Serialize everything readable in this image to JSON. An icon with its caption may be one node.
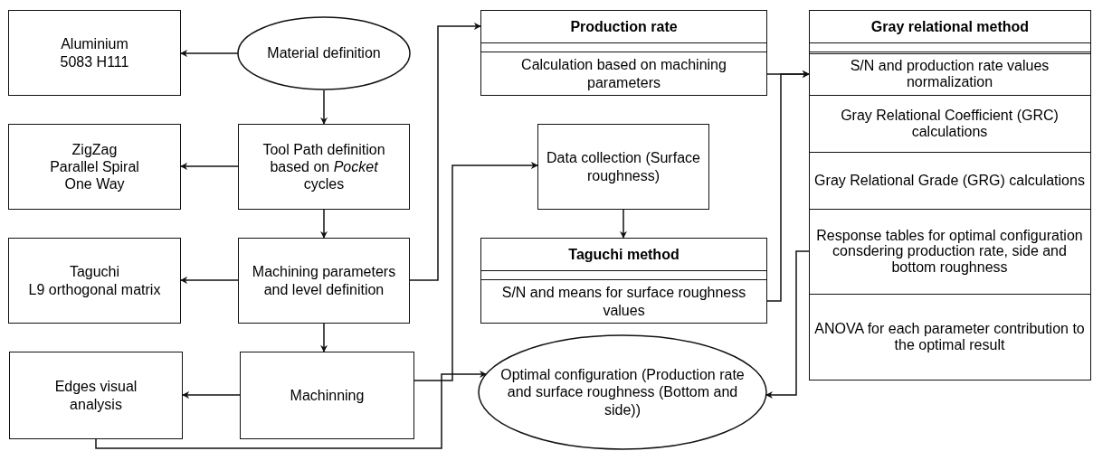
{
  "diagram": {
    "nodes": [
      {
        "text": [
          "Aluminium 5083 H111"
        ]
      },
      {
        "text": [
          "Material definition"
        ]
      },
      {
        "text": [
          "ZigZag",
          "Parallel Spiral",
          "One Way"
        ]
      },
      {
        "text": [
          "Tool Path definition based on *Pocket* cycles"
        ]
      },
      {
        "text": [
          "Taguchi",
          "L9 orthogonal matrix"
        ]
      },
      {
        "text": [
          "Machining parameters and level definition"
        ]
      },
      {
        "text": [
          "Edges visual analysis"
        ]
      },
      {
        "text": [
          "Machinning"
        ]
      },
      {
        "text": [
          "Production rate",
          "Calculation based on machining parameters"
        ]
      },
      {
        "text": [
          "Data collection (Surface roughness)"
        ]
      },
      {
        "text": [
          "Taguchi method",
          "S/N and means for surface roughness values"
        ]
      },
      {
        "text": [
          "Optimal configuration (Production rate and surface roughness (Bottom and side))"
        ]
      },
      {
        "text": [
          "Gray relational method"
        ]
      },
      {
        "text": [
          "S/N and production rate values normalization"
        ],
        "in": 12
      },
      {
        "text": [
          "Gray Relational Coefficient (GRC) calculations"
        ],
        "in": 12
      },
      {
        "text": [
          "Gray Relational Grade (GRG) calculations"
        ],
        "in": 12
      },
      {
        "text": [
          "Response tables for optimal configuration consdering production rate, side and bottom roughness"
        ],
        "in": 12
      },
      {
        "text": [
          "ANOVA for each parameter contribution to the optimal result"
        ],
        "in": 12
      }
    ],
    "edges": [
      {
        "from": 1,
        "to": 0,
        "arrow": "to"
      },
      {
        "from": 1,
        "to": 3,
        "arrow": "to"
      },
      {
        "from": 3,
        "to": 2,
        "arrow": "to"
      },
      {
        "from": 3,
        "to": 5,
        "arrow": "to"
      },
      {
        "from": 5,
        "to": 4,
        "arrow": "to"
      },
      {
        "from": 5,
        "to": 7,
        "arrow": "to"
      },
      {
        "from": 7,
        "to": 6,
        "arrow": "to"
      },
      {
        "from": 5,
        "to": 8,
        "arrow": "to"
      },
      {
        "from": 7,
        "to": 9,
        "arrow": "to"
      },
      {
        "from": 9,
        "to": 10,
        "arrow": "to"
      },
      {
        "from": 8,
        "to": 12,
        "arrow": "to"
      },
      {
        "from": 10,
        "to": 12,
        "arrow": "to"
      },
      {
        "from": 16,
        "to": 11,
        "arrow": "to"
      },
      {
        "from": 6,
        "to": 11,
        "arrow": "to"
      }
    ]
  }
}
